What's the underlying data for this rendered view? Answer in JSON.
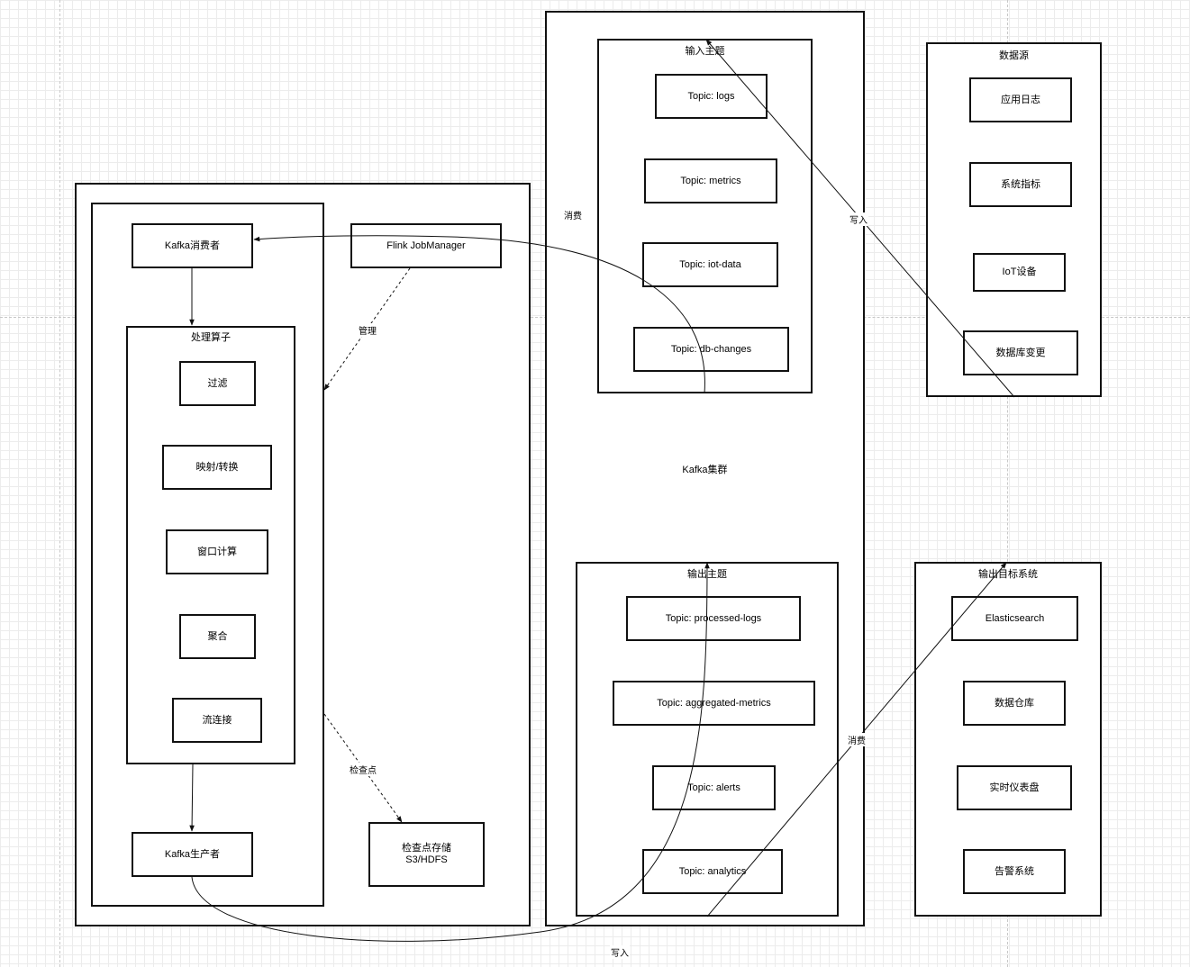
{
  "clusters": {
    "kafka_cluster": {
      "label": "Kafka集群"
    }
  },
  "groups": {
    "input_topics": {
      "title": "输入主题"
    },
    "output_topics": {
      "title": "输出主题"
    },
    "data_sources": {
      "title": "数据源"
    },
    "output_targets": {
      "title": "输出目标系统"
    },
    "operators": {
      "title": "处理算子"
    }
  },
  "nodes": {
    "topic_logs": "Topic: logs",
    "topic_metrics": "Topic: metrics",
    "topic_iot": "Topic: iot-data",
    "topic_db": "Topic: db-changes",
    "topic_processed_logs": "Topic: processed-logs",
    "topic_aggregated": "Topic: aggregated-metrics",
    "topic_alerts": "Topic: alerts",
    "topic_analytics": "Topic: analytics",
    "src_app_logs": "应用日志",
    "src_sys_metrics": "系统指标",
    "src_iot": "IoT设备",
    "src_db_changes": "数据库变更",
    "tgt_es": "Elasticsearch",
    "tgt_dw": "数据仓库",
    "tgt_dashboard": "实时仪表盘",
    "tgt_alert": "告警系统",
    "kafka_consumer": "Kafka消费者",
    "kafka_producer": "Kafka生产者",
    "op_filter": "过滤",
    "op_map": "映射/转换",
    "op_window": "窗口计算",
    "op_aggregate": "聚合",
    "op_join": "流连接",
    "jobmanager": "Flink JobManager",
    "checkpoint": "检查点存储\nS3/HDFS"
  },
  "edge_labels": {
    "consume_left": "消费",
    "write_right": "写入",
    "manage": "管理",
    "checkpoint": "检查点",
    "consume_right": "消费",
    "write_bottom": "写入"
  }
}
